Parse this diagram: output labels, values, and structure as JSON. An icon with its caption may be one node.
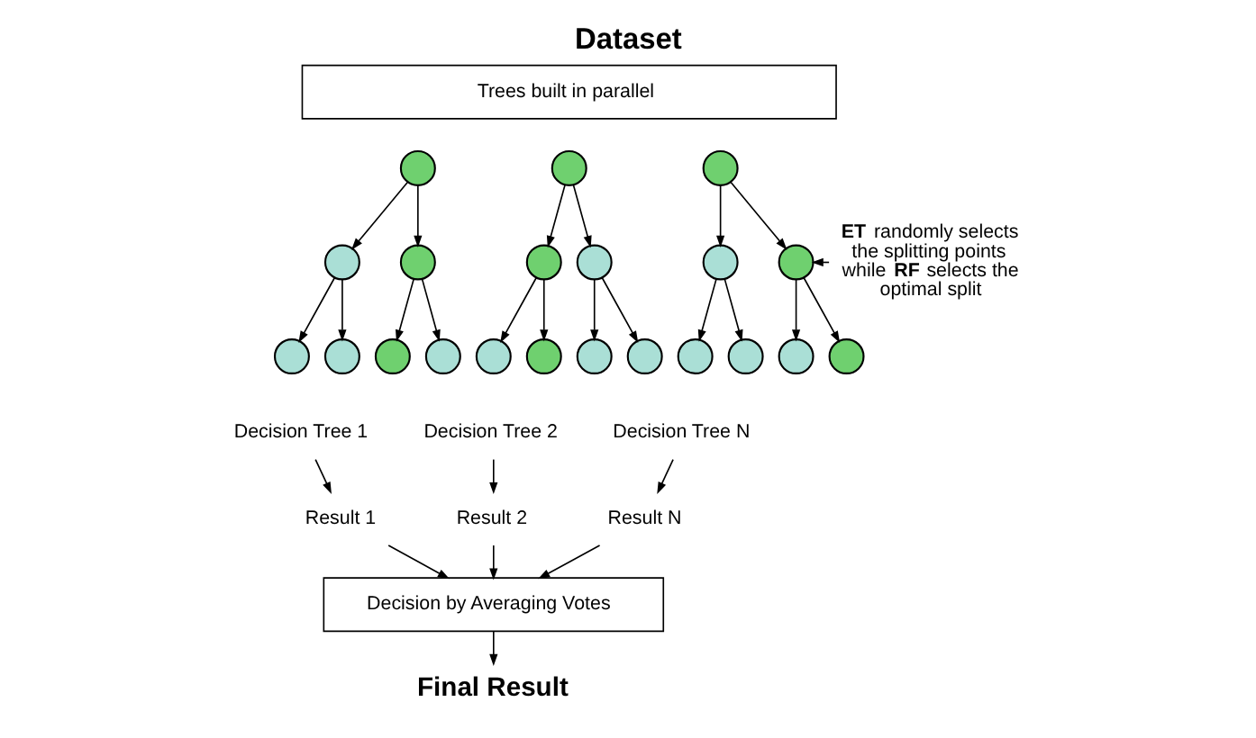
{
  "diagram": {
    "title": "Dataset",
    "nodes": [
      {
        "text": [
          "Trees built in parallel"
        ]
      },
      {
        "text": [],
        "shape": "circle"
      },
      {
        "text": [],
        "shape": "circle"
      },
      {
        "text": [],
        "shape": "circle"
      },
      {
        "text": [],
        "shape": "circle"
      },
      {
        "text": [],
        "shape": "circle"
      },
      {
        "text": [],
        "shape": "circle"
      },
      {
        "text": [],
        "shape": "circle"
      },
      {
        "text": [],
        "shape": "circle"
      },
      {
        "text": [],
        "shape": "circle"
      },
      {
        "text": [],
        "shape": "circle"
      },
      {
        "text": [],
        "shape": "circle"
      },
      {
        "text": [],
        "shape": "circle"
      },
      {
        "text": [],
        "shape": "circle"
      },
      {
        "text": [],
        "shape": "circle"
      },
      {
        "text": [],
        "shape": "circle"
      },
      {
        "text": [],
        "shape": "circle"
      },
      {
        "text": [],
        "shape": "circle"
      },
      {
        "text": [],
        "shape": "circle"
      },
      {
        "text": [],
        "shape": "circle"
      },
      {
        "text": [],
        "shape": "circle"
      },
      {
        "text": [],
        "shape": "circle"
      },
      {
        "text": [
          "**ET** randomly selects the splitting points while **RF** selects the optimal split"
        ]
      },
      {
        "text": [
          "Decision Tree 1"
        ]
      },
      {
        "text": [
          "Decision Tree 2"
        ]
      },
      {
        "text": [
          "Decision Tree N"
        ]
      },
      {
        "text": [
          "Result 1"
        ]
      },
      {
        "text": [
          "Result 2"
        ]
      },
      {
        "text": [
          "Result N"
        ]
      },
      {
        "text": [
          "Decision by Averaging Votes"
        ]
      },
      {
        "text": [
          "Final Result"
        ]
      }
    ],
    "edges": [
      {
        "from": 1,
        "to": 2,
        "arrow": "to"
      },
      {
        "from": 1,
        "to": 3,
        "arrow": "to"
      },
      {
        "from": 2,
        "to": 4,
        "arrow": "to"
      },
      {
        "from": 2,
        "to": 5,
        "arrow": "to"
      },
      {
        "from": 3,
        "to": 6,
        "arrow": "to"
      },
      {
        "from": 3,
        "to": 7,
        "arrow": "to"
      },
      {
        "from": 8,
        "to": 9,
        "arrow": "to"
      },
      {
        "from": 8,
        "to": 10,
        "arrow": "to"
      },
      {
        "from": 9,
        "to": 11,
        "arrow": "to"
      },
      {
        "from": 9,
        "to": 12,
        "arrow": "to"
      },
      {
        "from": 10,
        "to": 13,
        "arrow": "to"
      },
      {
        "from": 10,
        "to": 14,
        "arrow": "to"
      },
      {
        "from": 15,
        "to": 16,
        "arrow": "to"
      },
      {
        "from": 15,
        "to": 17,
        "arrow": "to"
      },
      {
        "from": 16,
        "to": 18,
        "arrow": "to"
      },
      {
        "from": 16,
        "to": 19,
        "arrow": "to"
      },
      {
        "from": 17,
        "to": 20,
        "arrow": "to"
      },
      {
        "from": 17,
        "to": 21,
        "arrow": "to"
      },
      {
        "from": 22,
        "to": 17,
        "arrow": "to"
      },
      {
        "from": 23,
        "to": 26,
        "arrow": "to"
      },
      {
        "from": 24,
        "to": 27,
        "arrow": "to"
      },
      {
        "from": 25,
        "to": 28,
        "arrow": "to"
      },
      {
        "from": 26,
        "to": 29,
        "arrow": "to"
      },
      {
        "from": 27,
        "to": 29,
        "arrow": "to"
      },
      {
        "from": 28,
        "to": 29,
        "arrow": "to"
      },
      {
        "from": 29,
        "to": 30,
        "arrow": "to"
      }
    ]
  }
}
